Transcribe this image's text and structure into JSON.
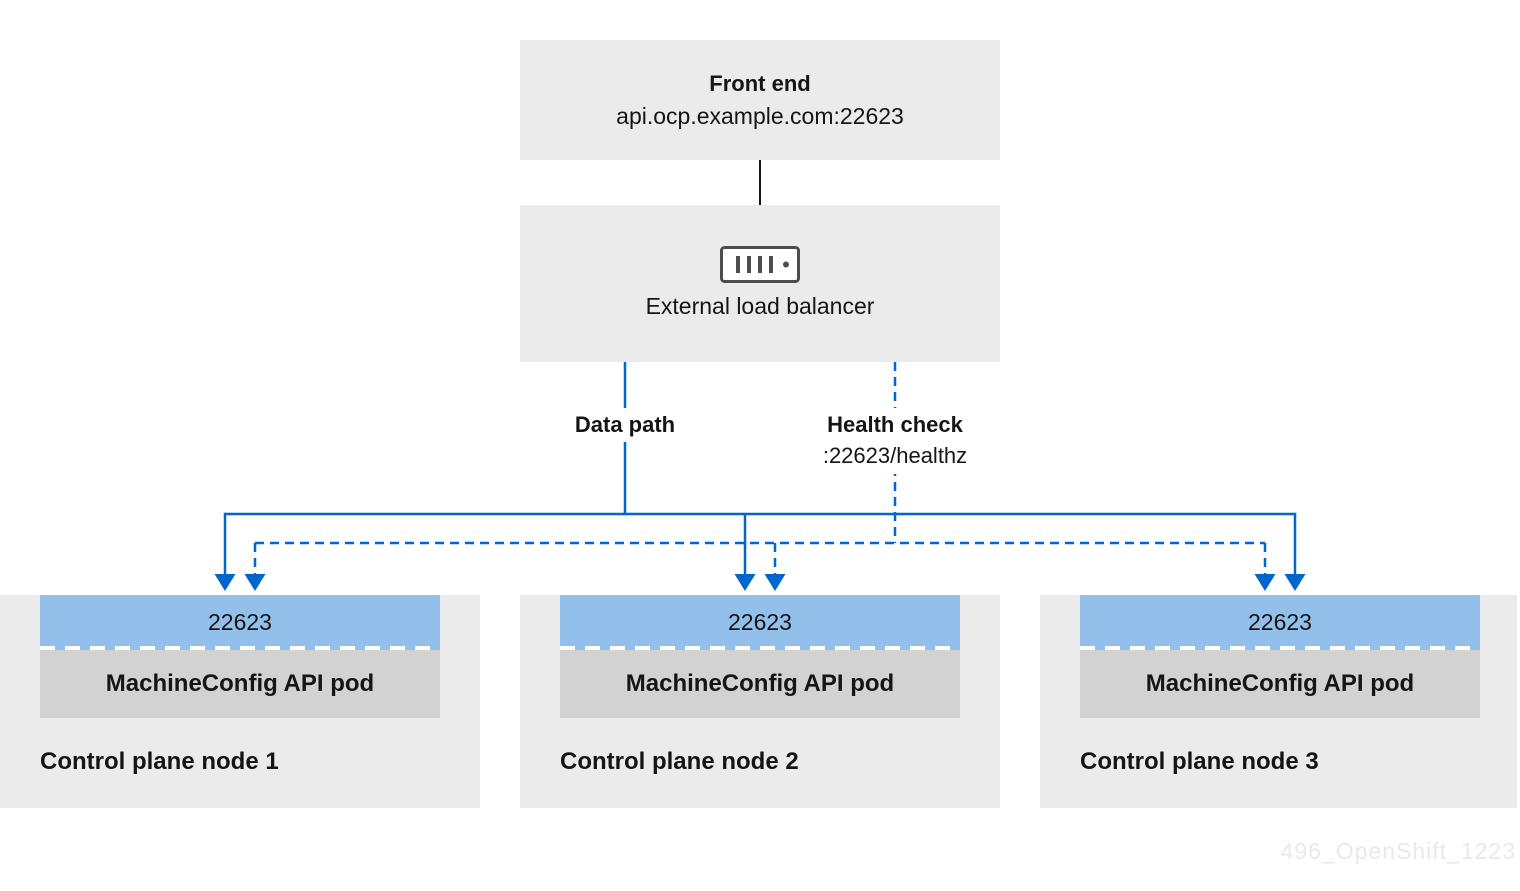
{
  "diagram": {
    "front_end": {
      "title": "Front end",
      "subtitle": "api.ocp.example.com:22623"
    },
    "load_balancer": {
      "label": "External load balancer",
      "icon": "server-icon"
    },
    "labels": {
      "data_path": "Data path",
      "health_check": "Health check",
      "health_check_path": ":22623/healthz"
    },
    "nodes": [
      {
        "port": "22623",
        "pod": "MachineConfig API pod",
        "title": "Control plane node 1"
      },
      {
        "port": "22623",
        "pod": "MachineConfig API pod",
        "title": "Control plane node 2"
      },
      {
        "port": "22623",
        "pod": "MachineConfig API pod",
        "title": "Control plane node 3"
      }
    ],
    "watermark": "496_OpenShift_1223",
    "colors": {
      "accent_blue": "#0066cc",
      "container_gray": "#ebebeb",
      "pod_gray": "#d2d2d2",
      "port_blue": "#92c0ea",
      "text": "#151515",
      "watermark_gray": "#e9e9ec"
    }
  }
}
